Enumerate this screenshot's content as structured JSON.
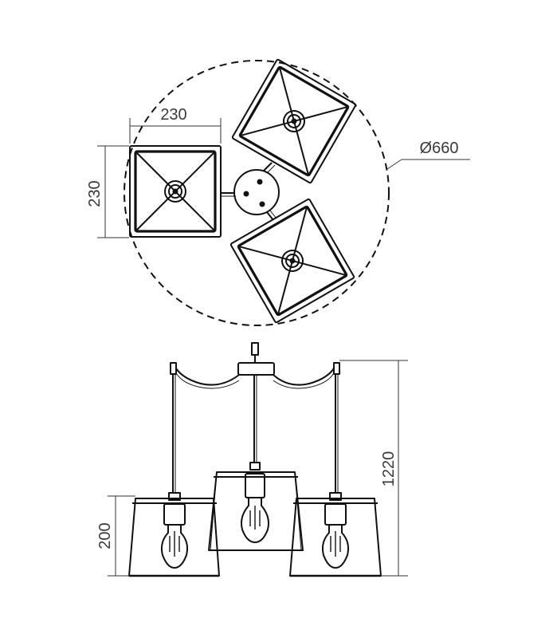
{
  "top_view": {
    "diameter_label": "Ø660",
    "shade_width_label": "230",
    "shade_depth_label": "230"
  },
  "side_view": {
    "total_height_label": "1220",
    "shade_height_label": "200"
  }
}
